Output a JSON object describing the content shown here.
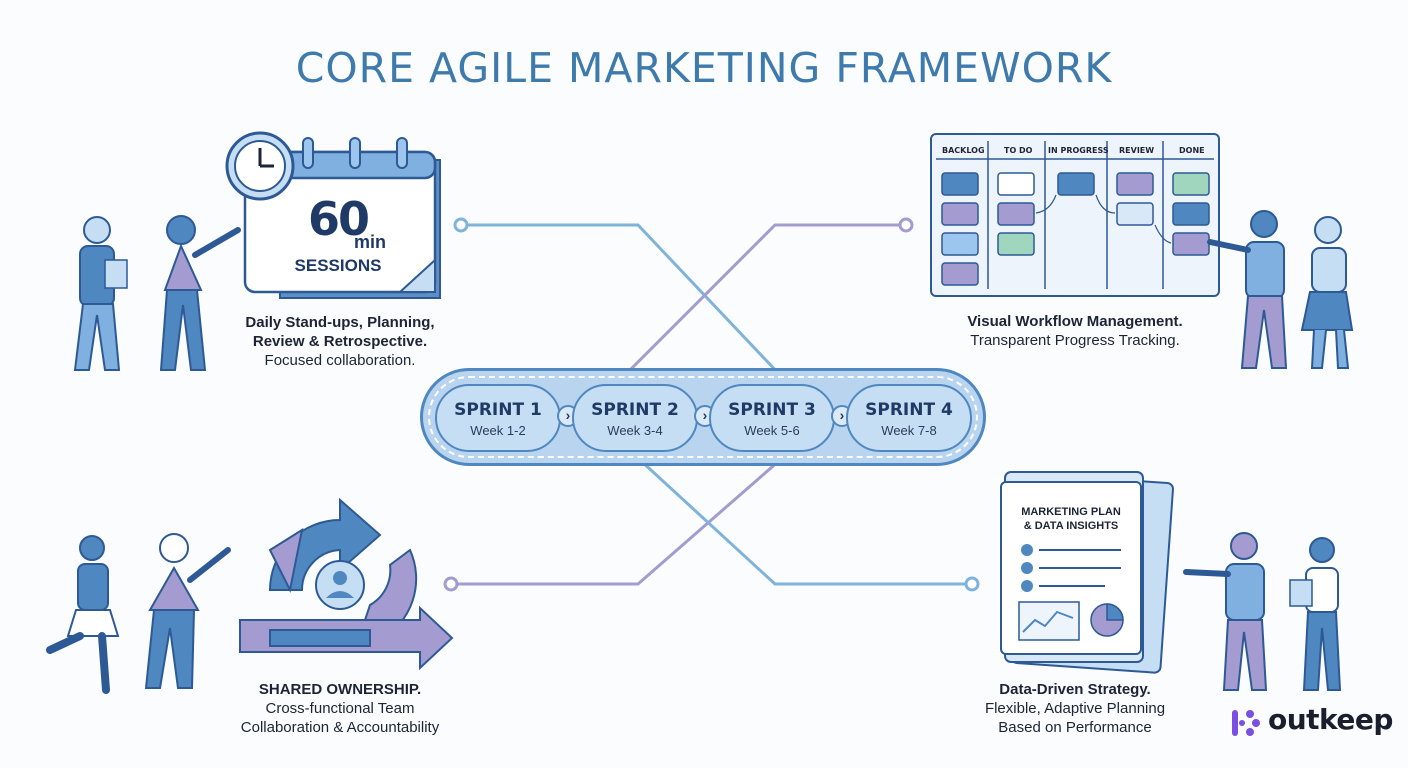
{
  "title": "CORE AGILE MARKETING FRAMEWORK",
  "calendar": {
    "number": "60",
    "unit": "min",
    "label": "SESSIONS"
  },
  "captions": {
    "top_left": {
      "line1": "Daily Stand-ups, Planning,",
      "line2": "Review & Retrospective.",
      "line3": "Focused collaboration."
    },
    "top_right": {
      "line1": "Visual Workflow Management.",
      "line2": "Transparent Progress Tracking."
    },
    "bottom_left": {
      "line1": "SHARED OWNERSHIP.",
      "line2": "Cross-functional Team",
      "line3": "Collaboration & Accountability"
    },
    "bottom_right": {
      "line1": "Data-Driven Strategy.",
      "line2": "Flexible, Adaptive Planning",
      "line3": "Based on Performance"
    }
  },
  "sprints": [
    {
      "name": "SPRINT 1",
      "weeks": "Week 1-2"
    },
    {
      "name": "SPRINT 2",
      "weeks": "Week 3-4"
    },
    {
      "name": "SPRINT 3",
      "weeks": "Week 5-6"
    },
    {
      "name": "SPRINT 4",
      "weeks": "Week 7-8"
    }
  ],
  "chevron": "›",
  "kanban": {
    "columns": [
      "BACKLOG",
      "TO DO",
      "IN PROGRESS",
      "REVIEW",
      "DONE"
    ]
  },
  "document": {
    "line1": "MARKETING PLAN",
    "line2": "& DATA INSIGHTS"
  },
  "logo": {
    "text": "outkeep",
    "accent_color": "#7b4fe0"
  },
  "colors": {
    "title": "#3f7aad",
    "blue": "#4f87c0",
    "light_blue": "#c6def3",
    "purple": "#9b8fc9",
    "navy": "#1f3a66"
  },
  "icons": [
    "clock-icon",
    "calendar-icon",
    "kanban-board",
    "cycle-arrows-icon",
    "person-icon",
    "checklist-icon",
    "line-chart-icon",
    "pie-chart-icon",
    "outkeep-logo-icon"
  ]
}
